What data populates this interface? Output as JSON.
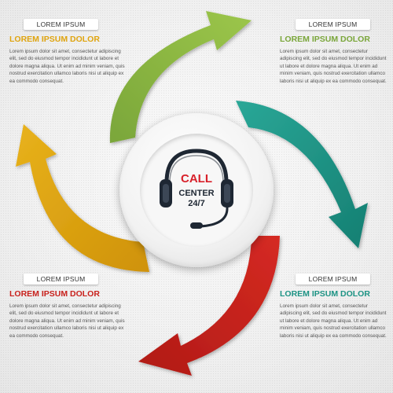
{
  "colors": {
    "green": "#8cb73e",
    "teal": "#1d9384",
    "red": "#c8211c",
    "yellow": "#dfa40f",
    "dark": "#1e2733"
  },
  "center": {
    "line1": "CALL",
    "line2": "CENTER",
    "line3": "24/7",
    "icon": "headset-icon"
  },
  "blocks": {
    "top_left": {
      "tag": "LOREM IPSUM",
      "heading": "LOREM IPSUM DOLOR",
      "text": "Lorem ipsum dolor sit amet, consectetur adipiscing elit, sed do eiusmod tempor incididunt ut labore et dolore magna aliqua. Ut enim ad minim veniam, quis nostrud exercitation ullamco laboris nisi ut aliquip ex ea commodo consequat."
    },
    "top_right": {
      "tag": "LOREM IPSUM",
      "heading": "LOREM IPSUM DOLOR",
      "text": "Lorem ipsum dolor sit amet, consectetur adipiscing elit, sed do eiusmod tempor incididunt ut labore et dolore magna aliqua. Ut enim ad minim veniam, quis nostrud exercitation ullamco laboris nisi ut aliquip ex ea commodo consequat."
    },
    "bottom_left": {
      "tag": "LOREM IPSUM",
      "heading": "LOREM IPSUM DOLOR",
      "text": "Lorem ipsum dolor sit amet, consectetur adipiscing elit, sed do eiusmod tempor incididunt ut labore et dolore magna aliqua. Ut enim ad minim veniam, quis nostrud exercitation ullamco laboris nisi ut aliquip ex ea commodo consequat."
    },
    "bottom_right": {
      "tag": "LOREM IPSUM",
      "heading": "LOREM IPSUM DOLOR",
      "text": "Lorem ipsum dolor sit amet, consectetur adipiscing elit, sed do eiusmod tempor incididunt ut labore et dolore magna aliqua. Ut enim ad minim veniam, quis nostrud exercitation ullamco laboris nisi ut aliquip ex ea commodo consequat."
    }
  }
}
